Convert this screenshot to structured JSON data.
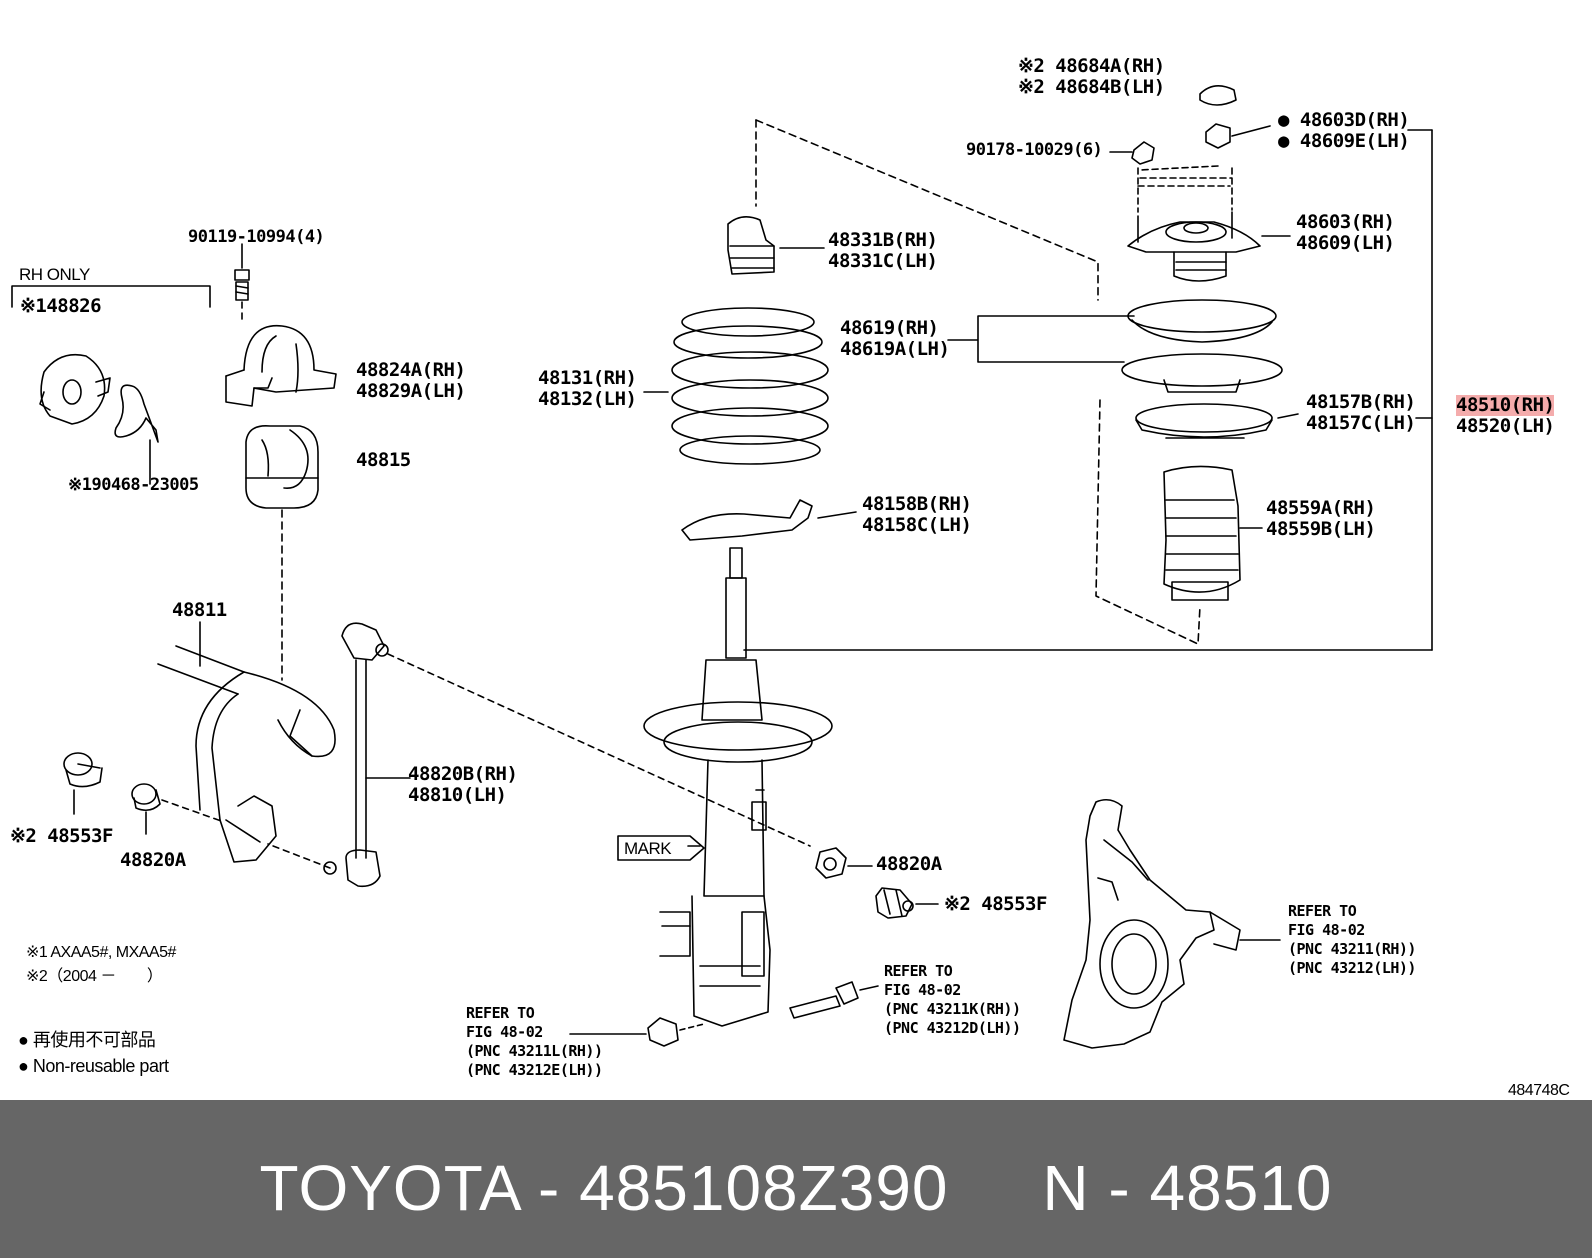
{
  "diagram": {
    "brand_color": "#e04848",
    "footer_color": "#666666",
    "labels": {
      "rh_only": "RH ONLY",
      "p48826": "※148826",
      "p90119": "90119-10994(4)",
      "p48824a": [
        "48824A(RH)",
        "48829A(LH)"
      ],
      "p48815": "48815",
      "p90468": "※190468-23005",
      "p48811": "48811",
      "p48553f_left": "※2 48553F",
      "p48820a_left": "48820A",
      "p48331b": [
        "48331B(RH)",
        "48331C(LH)"
      ],
      "p48131": [
        "48131(RH)",
        "48132(LH)"
      ],
      "p48619": [
        "48619(RH)",
        "48619A(LH)"
      ],
      "p48158b": [
        "48158B(RH)",
        "48158C(LH)"
      ],
      "p48820b": [
        "48820B(RH)",
        "48810(LH)"
      ],
      "mark": "MARK",
      "p48820a_right": "48820A",
      "p48553f_right": "※2 48553F",
      "p48684a": [
        "※2 48684A(RH)",
        "※2 48684B(LH)"
      ],
      "p48603d": [
        "● 48603D(RH)",
        "● 48609E(LH)"
      ],
      "p90178": "90178-10029(6)",
      "p48603": [
        "48603(RH)",
        "48609(LH)"
      ],
      "p48157b": [
        "48157B(RH)",
        "48157C(LH)"
      ],
      "p48510": "48510(RH)",
      "p48520": "48520(LH)",
      "p48559a": [
        "48559A(RH)",
        "48559B(LH)"
      ],
      "refer_knuckle": [
        "REFER TO",
        "FIG 48-02",
        "(PNC 43211(RH))",
        "(PNC 43212(LH))"
      ],
      "refer_bolt": [
        "REFER TO",
        "FIG 48-02",
        "(PNC 43211K(RH))",
        "(PNC 43212D(LH))"
      ],
      "refer_nut": [
        "REFER TO",
        "FIG 48-02",
        "(PNC 43211L(RH))",
        "(PNC 43212E(LH))"
      ],
      "note1": "※1 AXAA5#, MXAA5#",
      "note2": "※2（2004 －　　）",
      "legend_jp": "● 再使用不可部品",
      "legend_en": "● Non-reusable part",
      "diagram_code": "484748C"
    }
  },
  "footer": {
    "text": "TOYOTA - 485108Z390     N - 48510"
  }
}
